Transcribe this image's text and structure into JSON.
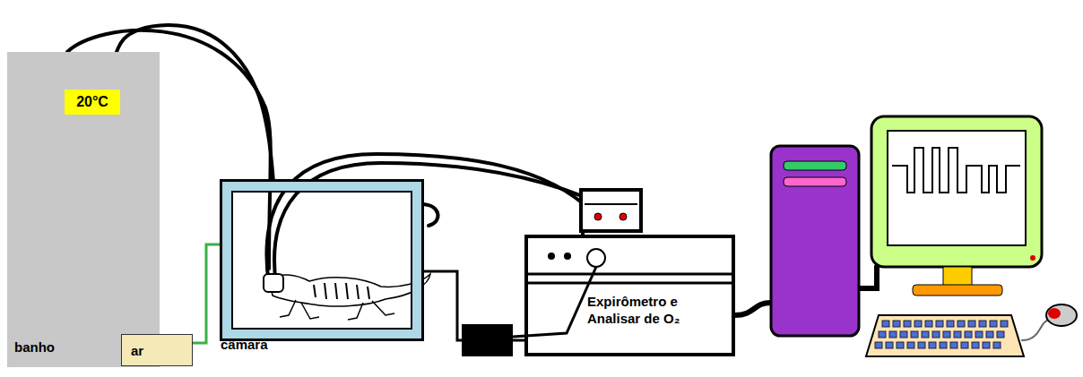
{
  "diagram": {
    "nodes": [
      {
        "text": [
          "banho"
        ]
      },
      {
        "text": [
          "20°C"
        ],
        "in": 0
      },
      {
        "text": [
          "ar"
        ]
      },
      {
        "text": [
          "câmara"
        ]
      },
      {
        "text": [
          "Expirômetro e Analisar de O₂"
        ]
      }
    ],
    "edges": [
      {
        "from": 0,
        "to": 3,
        "arrow": "none"
      },
      {
        "from": 2,
        "to": 3,
        "arrow": "none"
      },
      {
        "from": 3,
        "to": 4,
        "arrow": "none"
      }
    ]
  }
}
